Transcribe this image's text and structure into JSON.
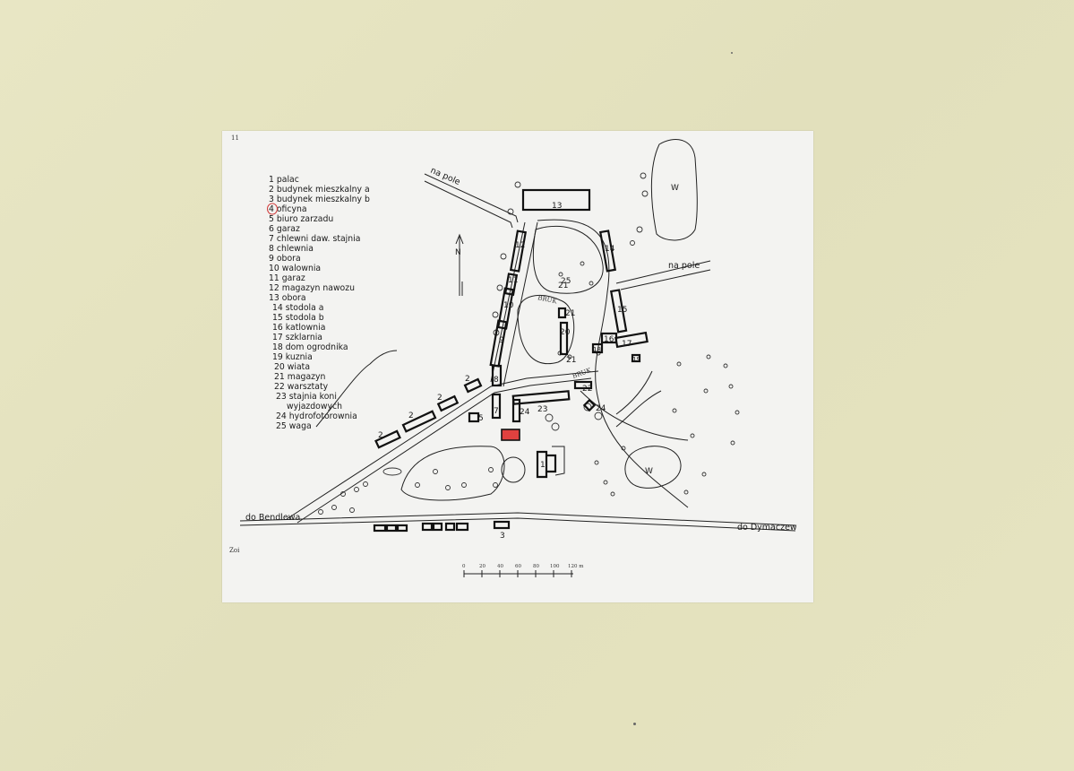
{
  "sheet": {
    "page_number": "11",
    "corner_mark": "Zoi"
  },
  "legend": {
    "items": [
      "1 palac",
      "2 budynek mieszkalny a",
      "3 budynek mieszkalny b",
      "4 oficyna",
      "5 biuro zarzadu",
      "6 garaz",
      "7 chlewni daw. stajnia",
      "8 chlewnia",
      "9 obora",
      "10 walownia",
      "11 garaz",
      "12 magazyn nawozu",
      "13 obora",
      "14 stodola a",
      "15 stodola b",
      "16 katlownia",
      "17 szklarnia",
      "18 dom ogrodnika",
      "19 kuznia",
      "20 wiata",
      "21 magazyn",
      "22 warsztaty",
      "23 stajnia koni",
      "wyjazdowych",
      "24 hydrofotorownia",
      "25 waga"
    ],
    "highlight_color": "#d03a3a"
  },
  "map": {
    "road_labels": {
      "top_left": "na pole",
      "right": "na pole",
      "bottom_left": "do Bendlewa",
      "bottom_right": "do Dymaczew"
    },
    "north_mark": "N",
    "water_label": "W",
    "path_label": "BRUK",
    "building_numbers": [
      "1",
      "2",
      "2",
      "2",
      "2",
      "3",
      "5",
      "7",
      "8",
      "9",
      "10",
      "11",
      "12",
      "13",
      "14",
      "15",
      "16",
      "17",
      "18",
      "19",
      "20",
      "21",
      "21",
      "21",
      "22",
      "23",
      "24",
      "24",
      "25"
    ],
    "highlighted_building": "4",
    "highlight_fill": "#e0413f"
  },
  "scale_bar": {
    "ticks": [
      "0",
      "20",
      "40",
      "60",
      "80",
      "100",
      "120 m"
    ]
  }
}
